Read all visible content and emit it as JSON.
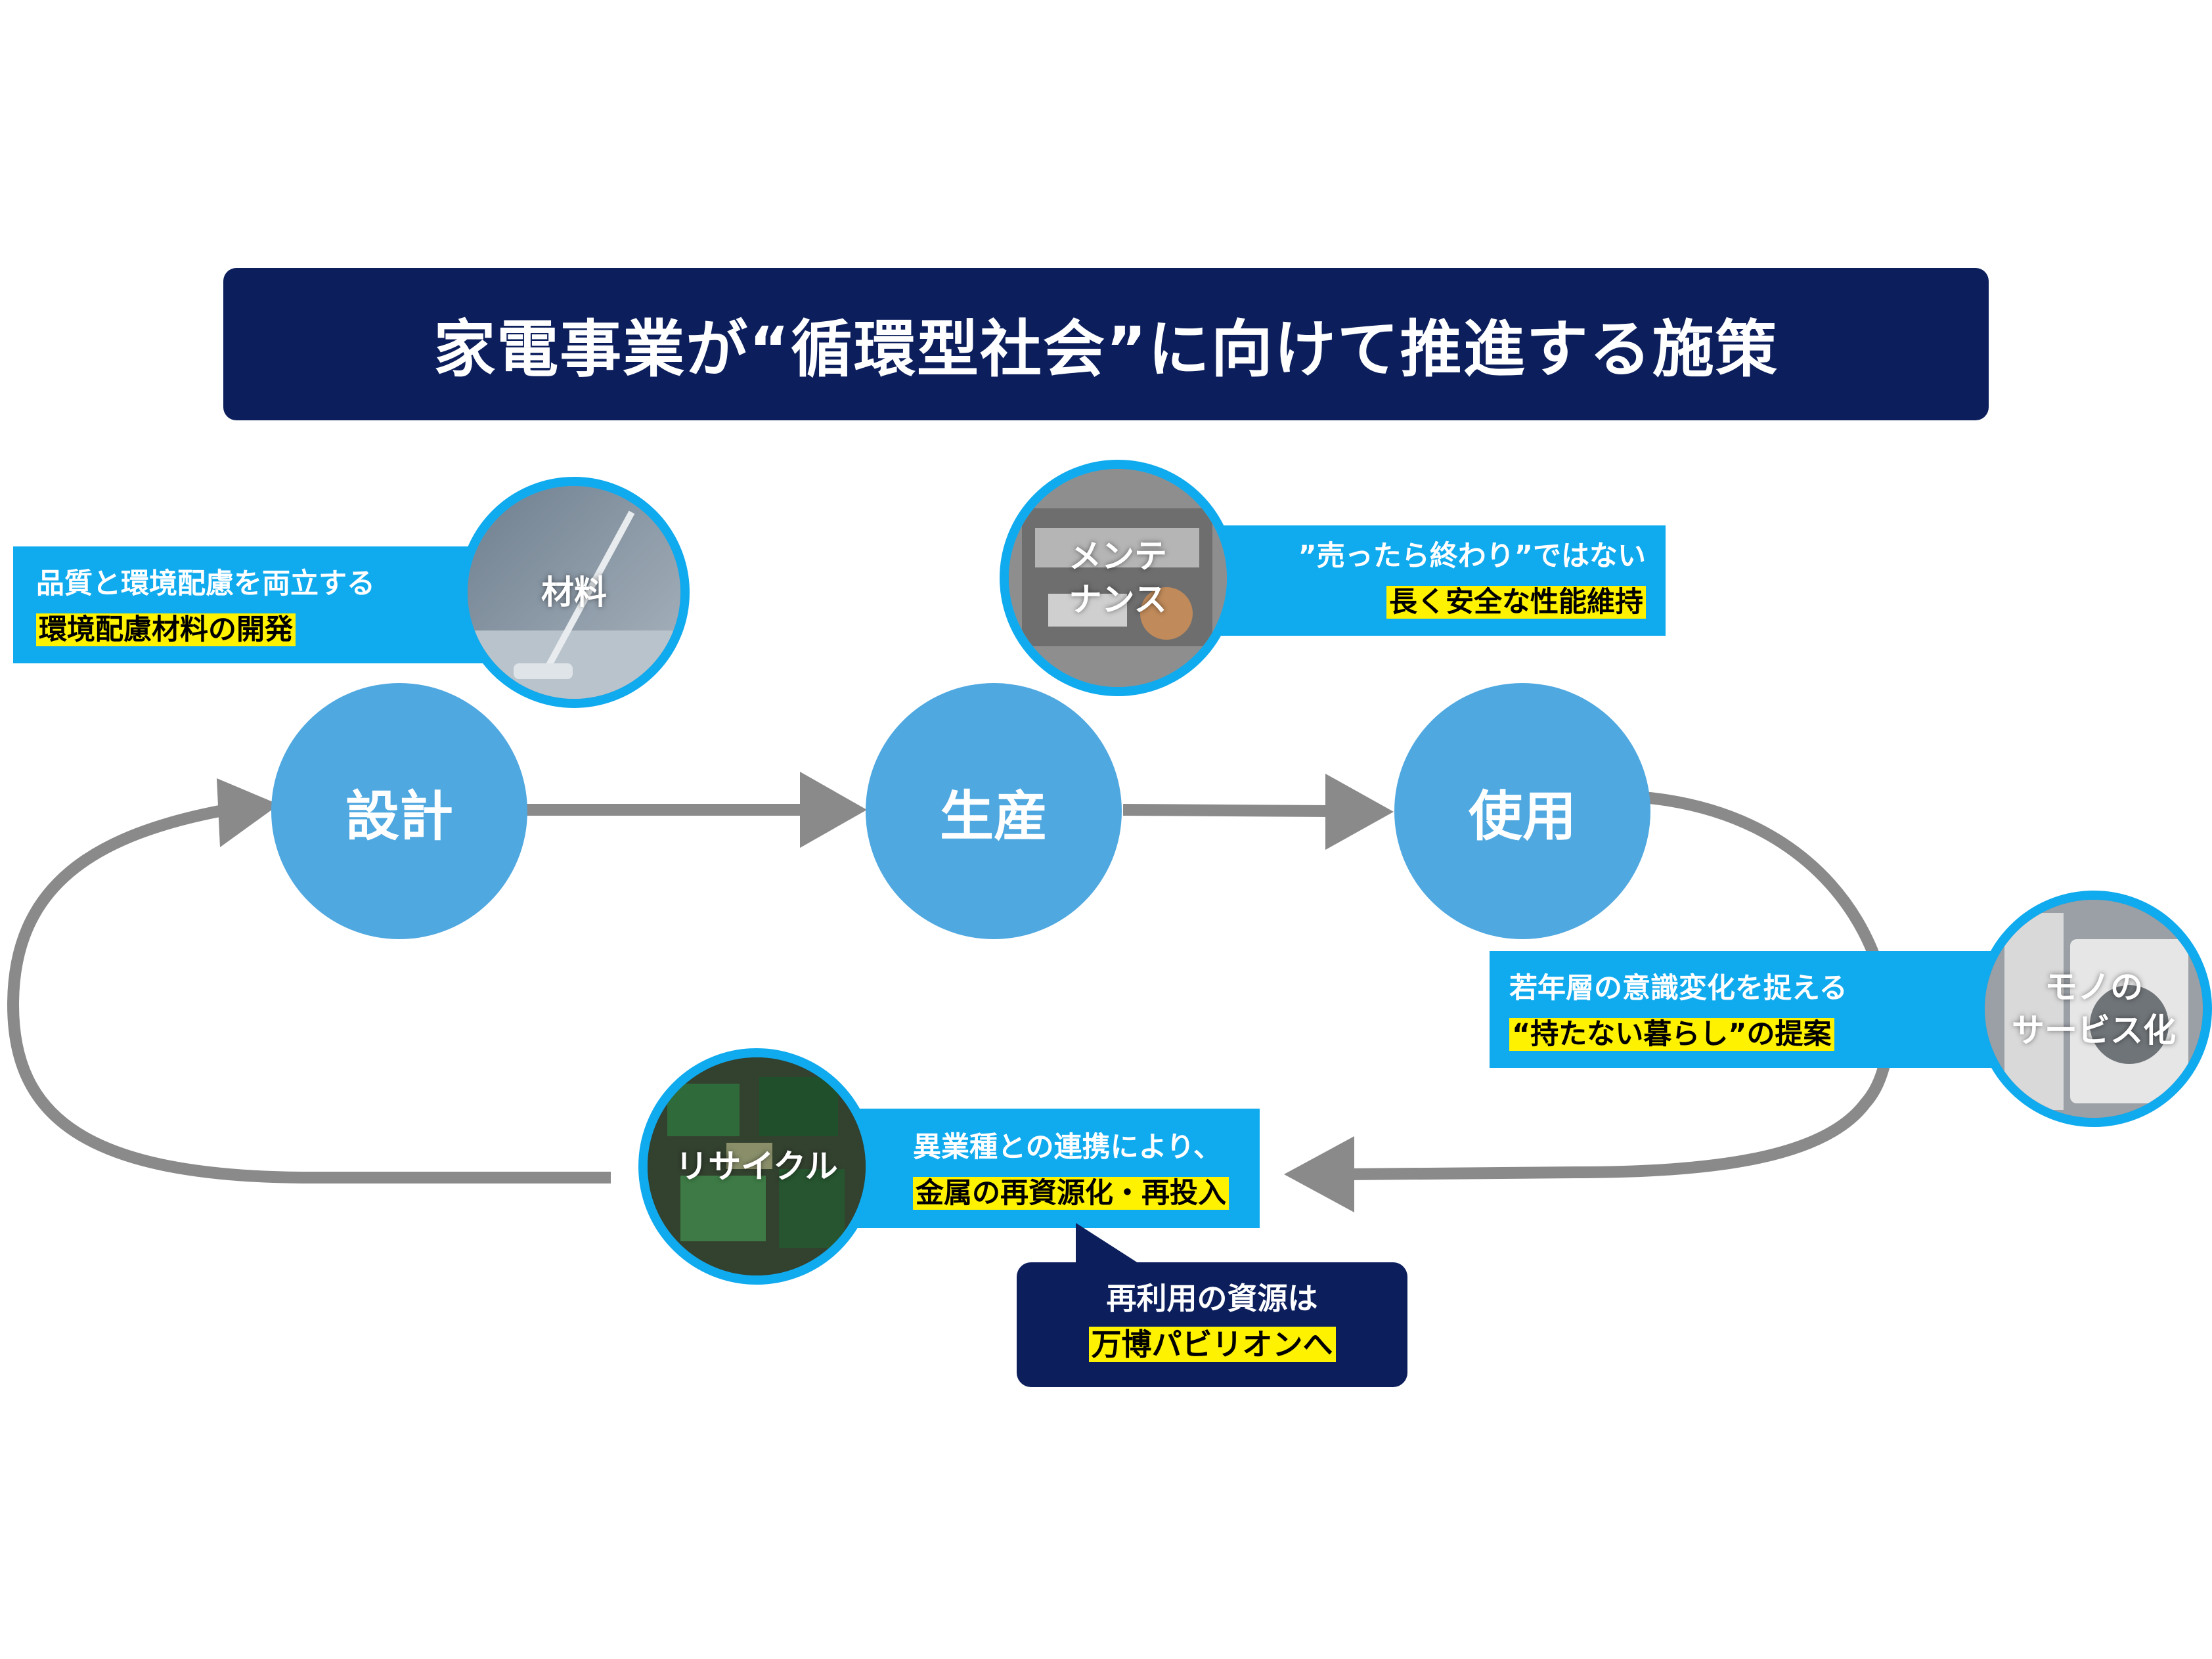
{
  "title": "家電事業が“循環型社会”に向けて推進する施策",
  "stages": {
    "design": "設計",
    "production": "生産",
    "use": "使用"
  },
  "materials": {
    "photo_label": "材料",
    "line1": "品質と環境配慮を両立する",
    "highlight": "環境配慮材料の開発"
  },
  "maintenance": {
    "photo_label_1": "メン",
    "photo_label_2": "テ",
    "photo_label_3": "ナンス",
    "line1": "”売ったら終わり”ではない",
    "highlight": "長く安全な性能維持"
  },
  "servitization": {
    "photo_label_1": "モノの",
    "photo_label_2": "サービス化",
    "line1": "若年層の意識変化を捉える",
    "highlight": "“持たない暮らし”の提案"
  },
  "recycle": {
    "photo_label": "リサイクル",
    "line1": "異業種との連携により、",
    "highlight": "金属の再資源化・再投入"
  },
  "reuse_note": {
    "line1": "再利用の資源は",
    "highlight": "万博パビリオンへ"
  },
  "colors": {
    "navy": "#0c1f5c",
    "stage_blue": "#4fa8e0",
    "callout_cyan": "#10aaee",
    "highlight_yellow": "#fff200",
    "arrow_gray": "#8a8a8a"
  }
}
